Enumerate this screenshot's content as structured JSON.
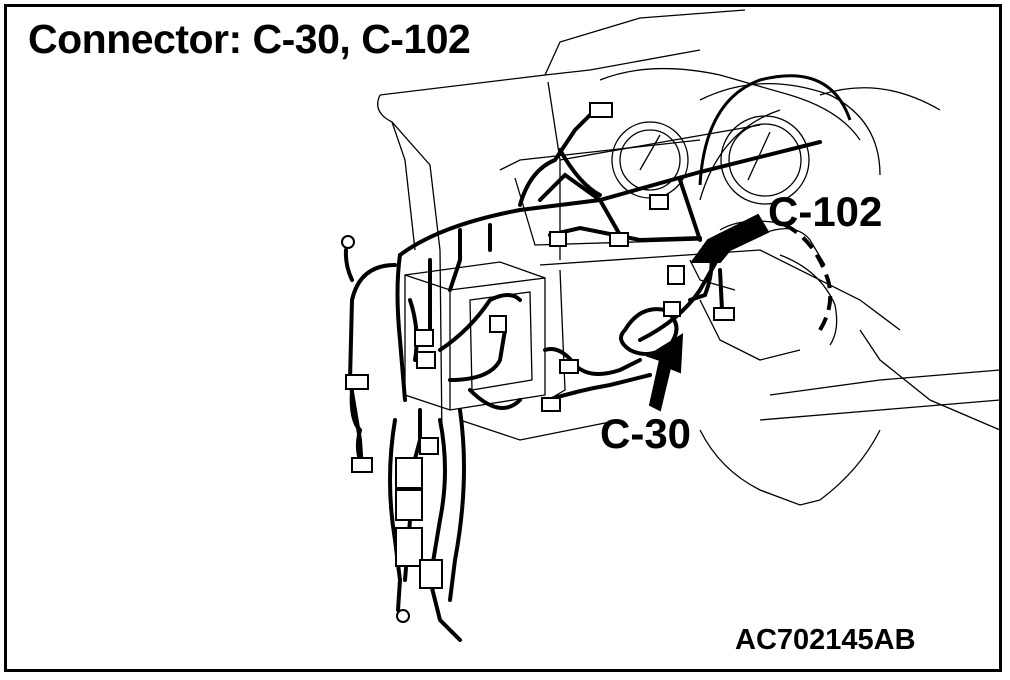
{
  "title": "Connector: C-30, C-102",
  "callouts": {
    "c102": "C-102",
    "c30": "C-30"
  },
  "figure_code": "AC702145AB",
  "colors": {
    "line": "#000000",
    "background": "#ffffff"
  }
}
